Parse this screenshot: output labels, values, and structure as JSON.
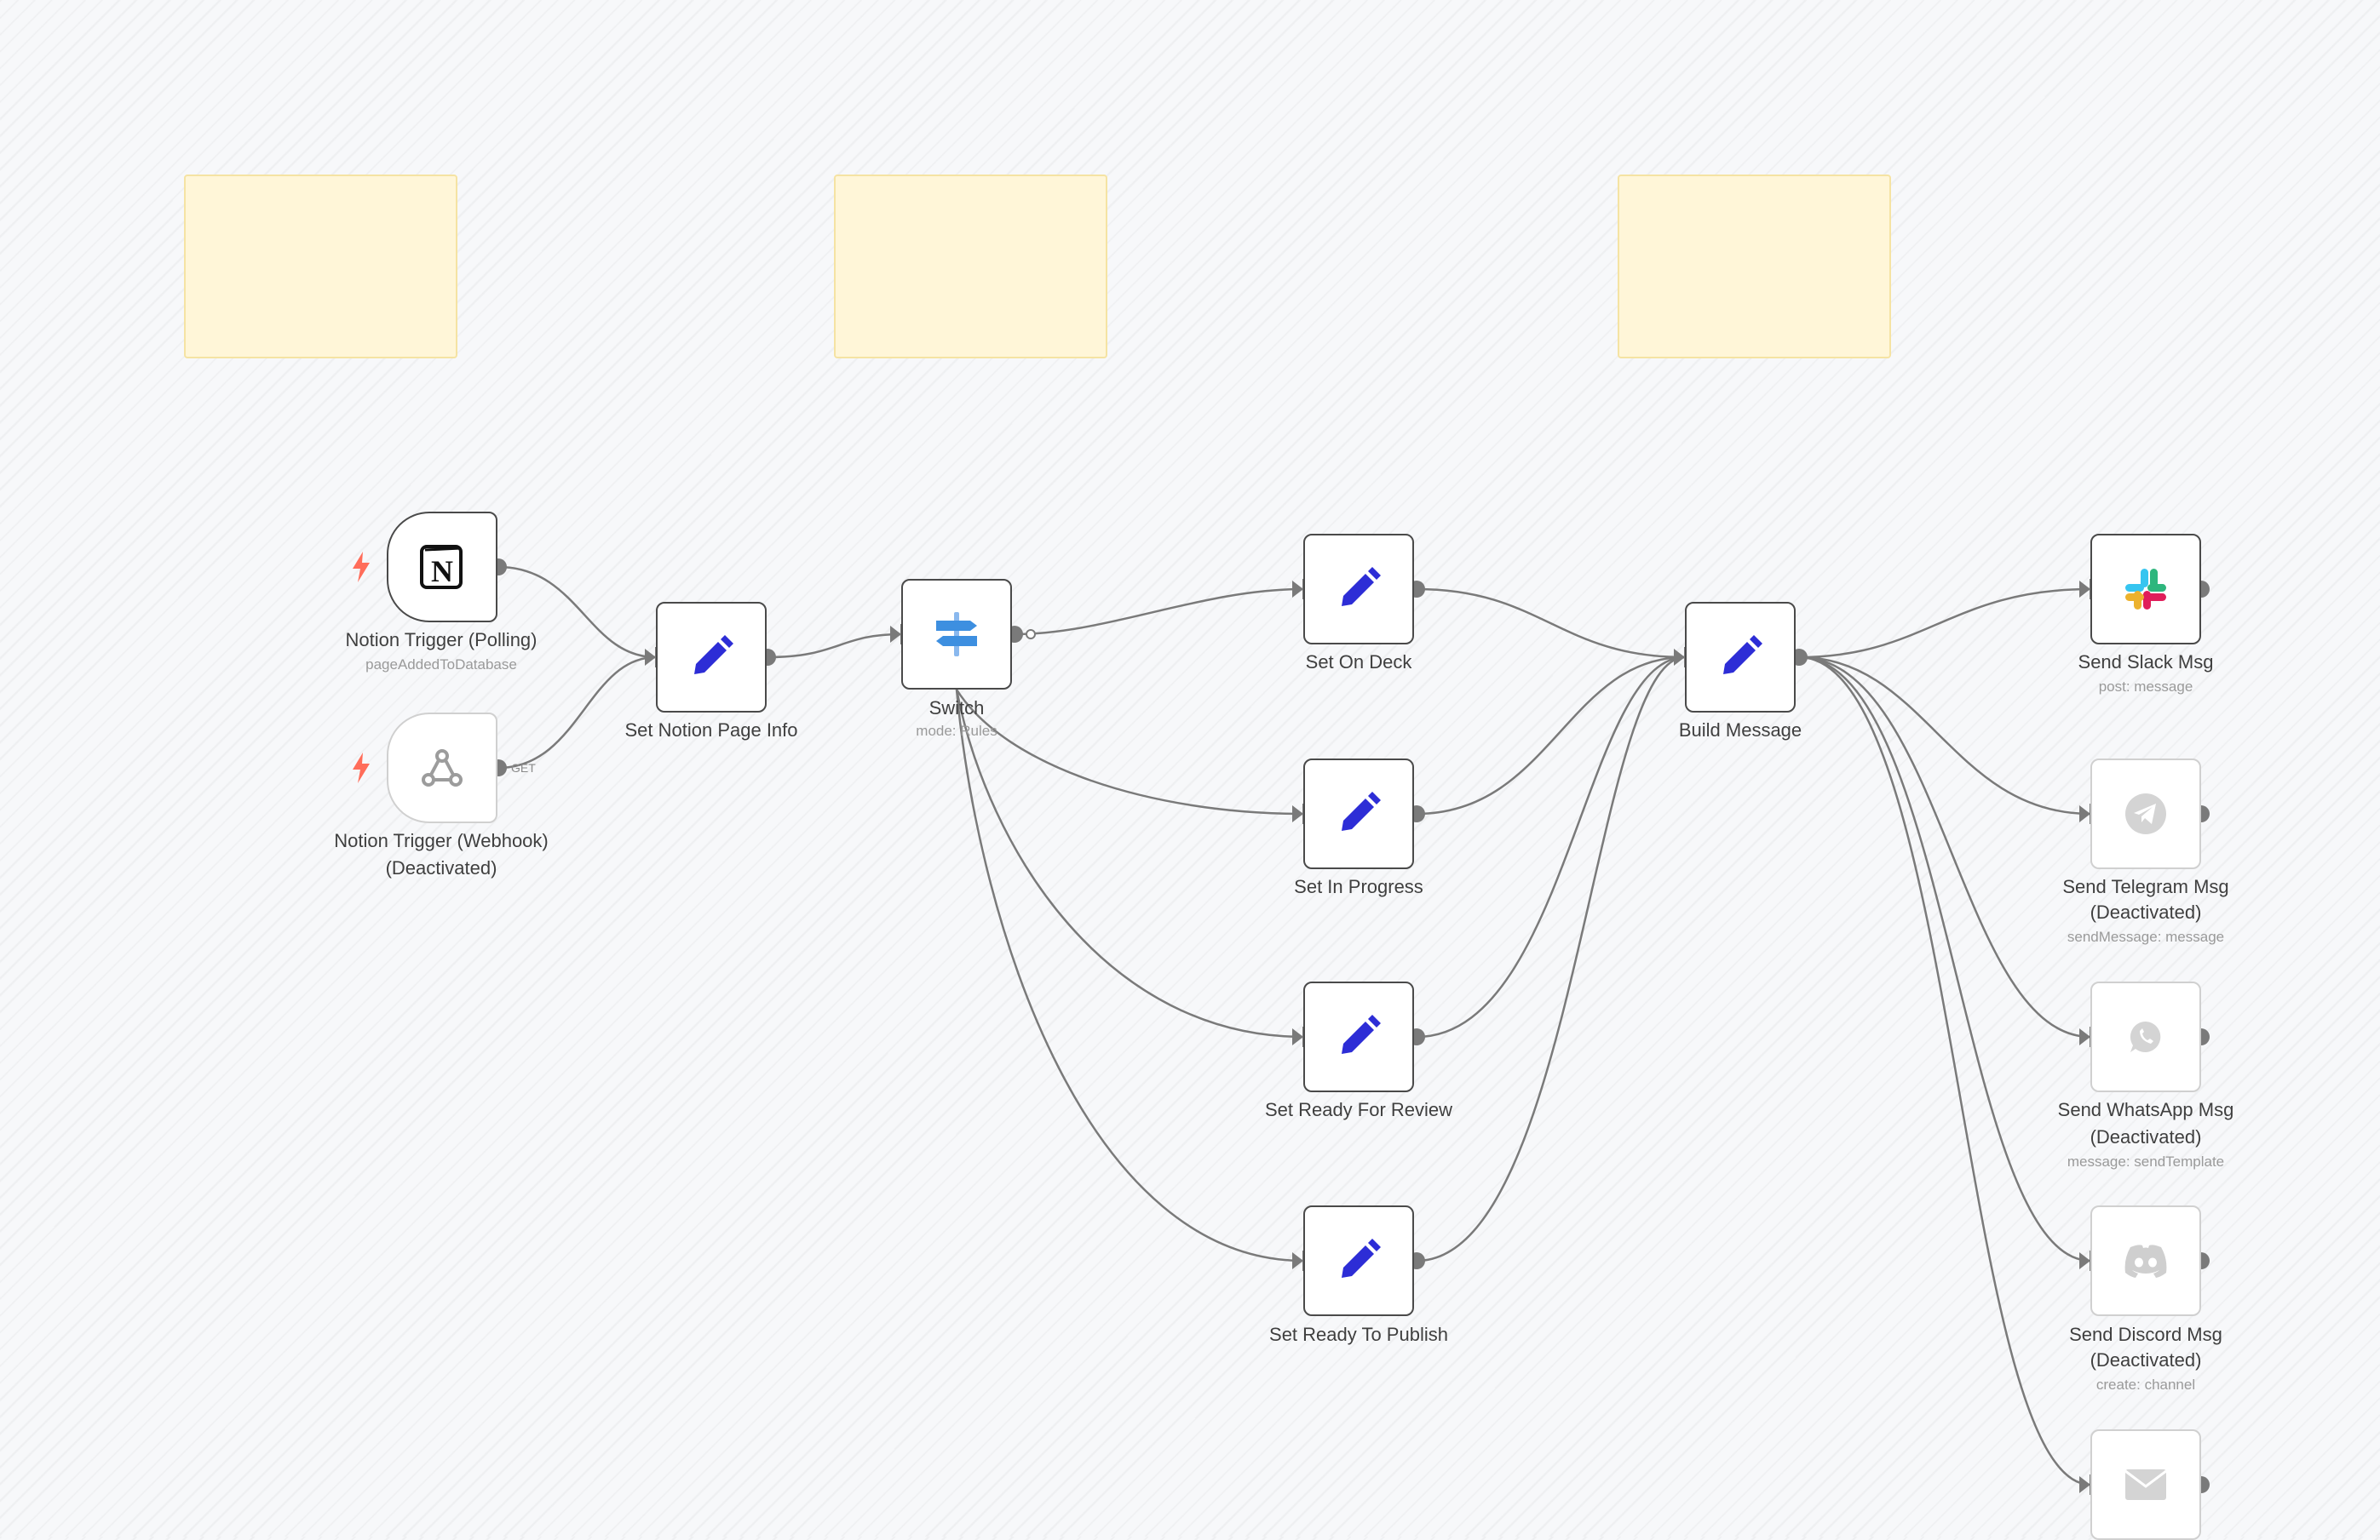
{
  "canvas": {
    "theme": "light-dotted",
    "accent": "#2d2dd6",
    "edge_color": "#7a7a7a",
    "trigger_bolt_color": "#ff6d5a"
  },
  "nodes": {
    "notion_polling": {
      "label": "Notion Trigger (Polling)",
      "sub": "pageAddedToDatabase",
      "icon": "notion-icon"
    },
    "notion_webhook": {
      "label_line1": "Notion Trigger (Webhook)",
      "label_line2": "(Deactivated)",
      "icon": "webhook-icon",
      "method": "GET"
    },
    "set_notion_page_info": {
      "label": "Set Notion Page Info",
      "icon": "pencil-icon"
    },
    "switch": {
      "label": "Switch",
      "sub": "mode: Rules",
      "icon": "switch-signpost-icon"
    },
    "set_on_deck": {
      "label": "Set On Deck",
      "icon": "pencil-icon"
    },
    "set_in_progress": {
      "label": "Set In Progress",
      "icon": "pencil-icon"
    },
    "set_ready_for_review": {
      "label": "Set Ready For Review",
      "icon": "pencil-icon"
    },
    "set_ready_to_publish": {
      "label": "Set Ready To Publish",
      "icon": "pencil-icon"
    },
    "build_message": {
      "label": "Build Message",
      "icon": "pencil-icon"
    },
    "send_slack": {
      "label": "Send Slack Msg",
      "sub": "post: message",
      "icon": "slack-icon"
    },
    "send_telegram": {
      "label_line1": "Send Telegram Msg",
      "label_line2": "(Deactivated)",
      "sub": "sendMessage: message",
      "icon": "telegram-icon"
    },
    "send_whatsapp": {
      "label_line1": "Send WhatsApp Msg",
      "label_line2": "(Deactivated)",
      "sub": "message: sendTemplate",
      "icon": "whatsapp-icon"
    },
    "send_discord": {
      "label_line1": "Send Discord Msg",
      "label_line2": "(Deactivated)",
      "sub": "create: channel",
      "icon": "discord-icon"
    },
    "send_email": {
      "icon": "email-icon"
    }
  }
}
